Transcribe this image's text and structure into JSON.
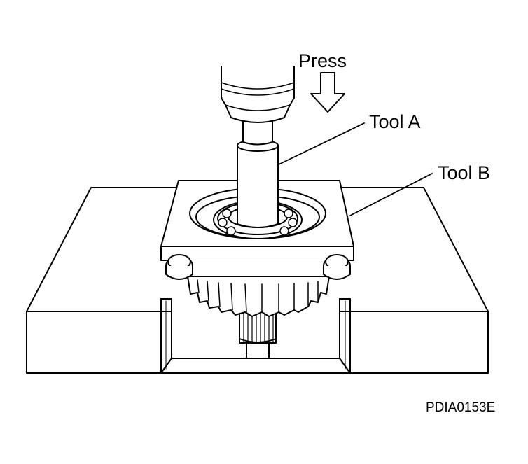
{
  "labels": {
    "press": "Press",
    "tool_a": "Tool A",
    "tool_b": "Tool B",
    "figure_code": "PDIA0153E"
  },
  "colors": {
    "line": "#000000",
    "fill": "#ffffff",
    "shade": "#d9d9d9"
  }
}
